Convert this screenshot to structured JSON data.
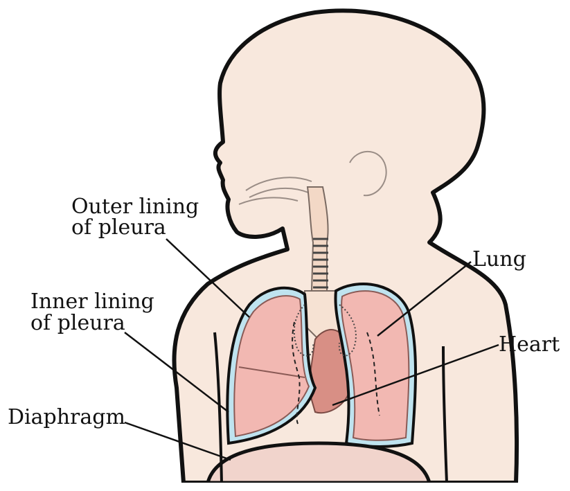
{
  "labels": {
    "outer_lining_line1": "Outer lining",
    "outer_lining_line2": "of pleura",
    "inner_lining_line1": "Inner lining",
    "inner_lining_line2": "of pleura",
    "lung": "Lung",
    "heart": "Heart",
    "diaphragm": "Diaphragm"
  },
  "colors": {
    "skin": "#f8e8dd",
    "lung": "#f2b8b2",
    "lung_shadow": "#e79c97",
    "pleura": "#bfe3ef",
    "heart": "#d88f85",
    "outline": "#111111"
  }
}
